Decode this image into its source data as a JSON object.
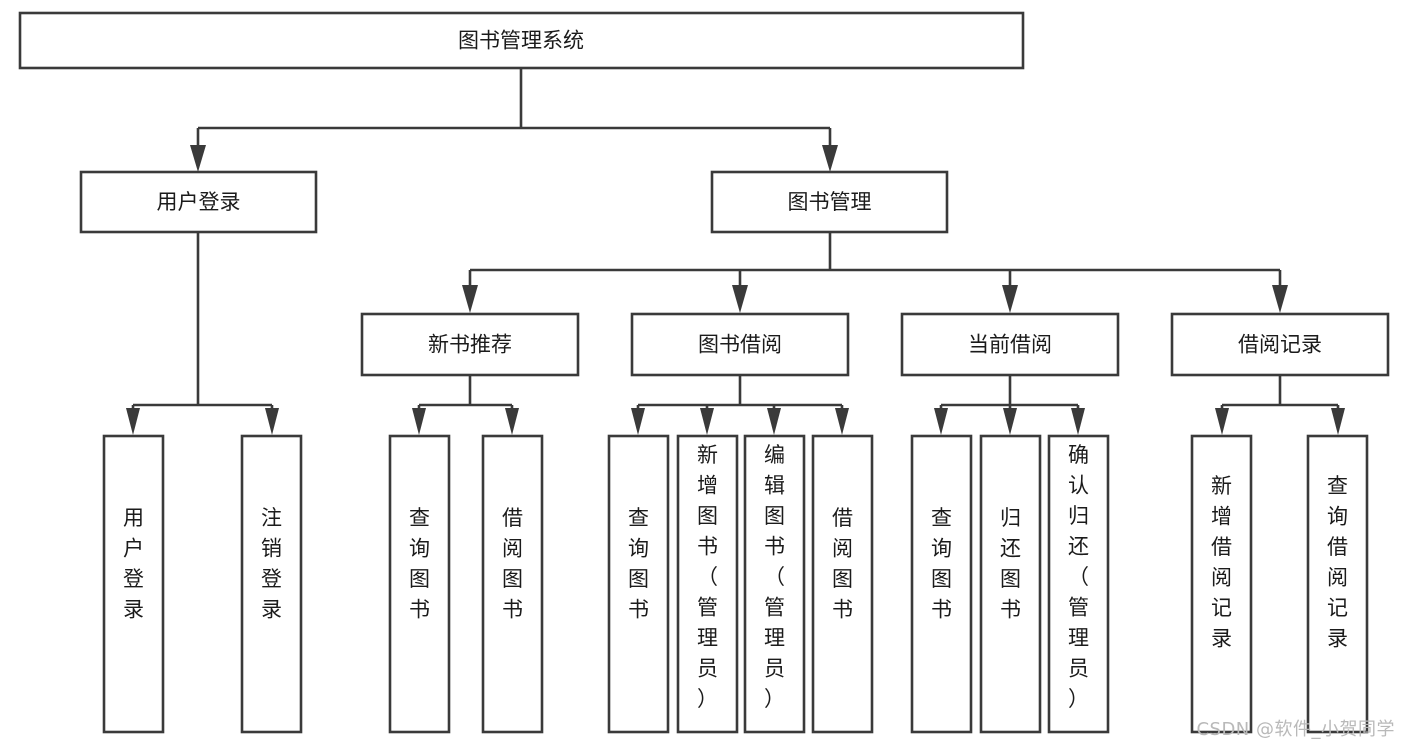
{
  "diagram": {
    "type": "tree-hierarchy",
    "title": "图书管理系统",
    "watermark": "CSDN @软件_小贺同学",
    "colors": {
      "stroke": "#3a3a3a",
      "fill": "#ffffff",
      "text": "#1b1b1b",
      "watermark": "#b9b9b9",
      "background": "#ffffff"
    },
    "levels": [
      {
        "level": 1,
        "nodes": [
          {
            "id": "root",
            "label": "图书管理系统",
            "orientation": "horizontal"
          }
        ]
      },
      {
        "level": 2,
        "nodes": [
          {
            "id": "user-login",
            "label": "用户登录",
            "orientation": "horizontal",
            "parent": "root"
          },
          {
            "id": "book-manage",
            "label": "图书管理",
            "orientation": "horizontal",
            "parent": "root"
          }
        ]
      },
      {
        "level": 3,
        "nodes": [
          {
            "id": "new-book-rec",
            "label": "新书推荐",
            "orientation": "horizontal",
            "parent": "book-manage"
          },
          {
            "id": "book-borrow",
            "label": "图书借阅",
            "orientation": "horizontal",
            "parent": "book-manage"
          },
          {
            "id": "current-borrow",
            "label": "当前借阅",
            "orientation": "horizontal",
            "parent": "book-manage"
          },
          {
            "id": "borrow-record",
            "label": "借阅记录",
            "orientation": "horizontal",
            "parent": "book-manage"
          }
        ]
      },
      {
        "level": 4,
        "nodes": [
          {
            "id": "leaf-user-login",
            "label": "用户登录",
            "orientation": "vertical",
            "parent": "user-login"
          },
          {
            "id": "leaf-user-logout",
            "label": "注销登录",
            "orientation": "vertical",
            "parent": "user-login"
          },
          {
            "id": "leaf-rec-query",
            "label": "查询图书",
            "orientation": "vertical",
            "parent": "new-book-rec"
          },
          {
            "id": "leaf-rec-borrow",
            "label": "借阅图书",
            "orientation": "vertical",
            "parent": "new-book-rec"
          },
          {
            "id": "leaf-borrow-query",
            "label": "查询图书",
            "orientation": "vertical",
            "parent": "book-borrow"
          },
          {
            "id": "leaf-borrow-add",
            "label": "新增图书（管理员）",
            "orientation": "vertical",
            "parent": "book-borrow"
          },
          {
            "id": "leaf-borrow-edit",
            "label": "编辑图书（管理员）",
            "orientation": "vertical",
            "parent": "book-borrow"
          },
          {
            "id": "leaf-borrow-lend",
            "label": "借阅图书",
            "orientation": "vertical",
            "parent": "book-borrow"
          },
          {
            "id": "leaf-cur-query",
            "label": "查询图书",
            "orientation": "vertical",
            "parent": "current-borrow"
          },
          {
            "id": "leaf-cur-return",
            "label": "归还图书",
            "orientation": "vertical",
            "parent": "current-borrow"
          },
          {
            "id": "leaf-cur-confirm",
            "label": "确认归还（管理员）",
            "orientation": "vertical",
            "parent": "current-borrow"
          },
          {
            "id": "leaf-rec-add",
            "label": "新增借阅记录",
            "orientation": "vertical",
            "parent": "borrow-record"
          },
          {
            "id": "leaf-rec-search",
            "label": "查询借阅记录",
            "orientation": "vertical",
            "parent": "borrow-record"
          }
        ]
      }
    ]
  }
}
